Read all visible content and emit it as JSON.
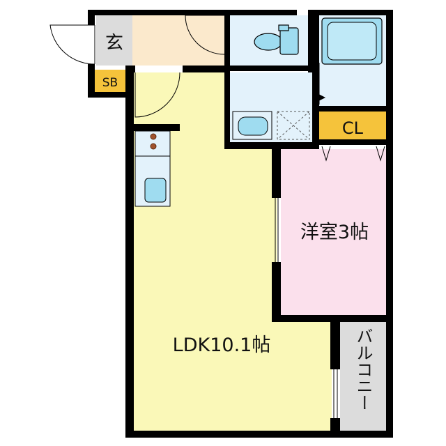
{
  "floor_plan": {
    "rooms": {
      "entrance": "玄",
      "shoe_box": "SB",
      "closet": "CL",
      "western_room": "洋室3帖",
      "ldk": "LDK10.1帖",
      "balcony": "バルコニー"
    },
    "colors": {
      "wall": "#000000",
      "ldk": "#faf8b8",
      "western_room": "#fbe0ec",
      "wet_area": "#e3f2fb",
      "entrance_hall": "#fbe9cc",
      "entrance": "#dcdcdc",
      "balcony": "#dcdcdc",
      "label_tag": "#f5c33b",
      "fixture": "#9fdcf0"
    }
  }
}
